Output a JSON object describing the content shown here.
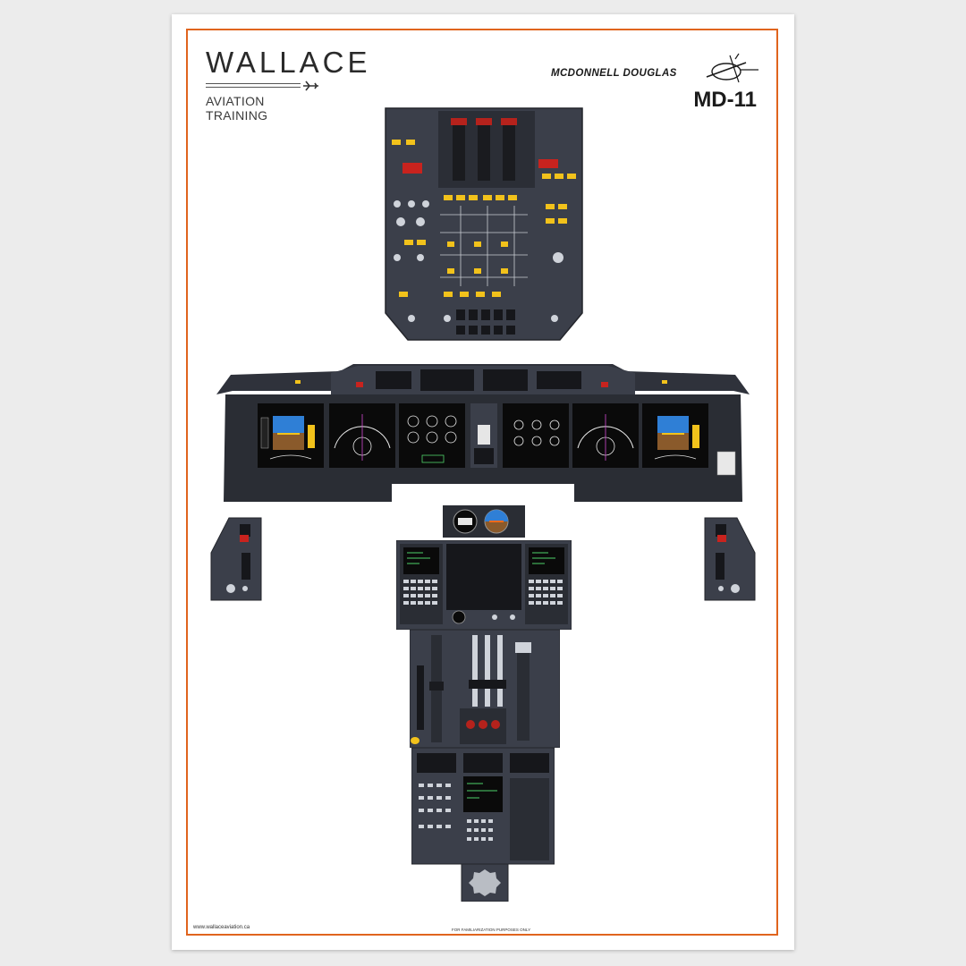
{
  "logo": {
    "name": "WALLACE",
    "subtitle": "AVIATION TRAINING"
  },
  "manufacturer": {
    "brand": "MCDONNELL DOUGLAS",
    "model": "MD-11"
  },
  "footer": {
    "url": "www.wallaceaviation.ca",
    "note": "FOR FAMILIARIZATION PURPOSES ONLY"
  },
  "colors": {
    "border": "#e0641e",
    "panel": "#3b3f4a",
    "panel_dark": "#23252b",
    "display_bg": "#0a0a0a",
    "annunciator_yellow": "#f2c21b",
    "warning_red": "#c8231e",
    "sky_blue": "#2f7fd6",
    "ground_brown": "#8a5a2b"
  },
  "icons": [
    "airplane-icon",
    "md-logo-icon"
  ]
}
